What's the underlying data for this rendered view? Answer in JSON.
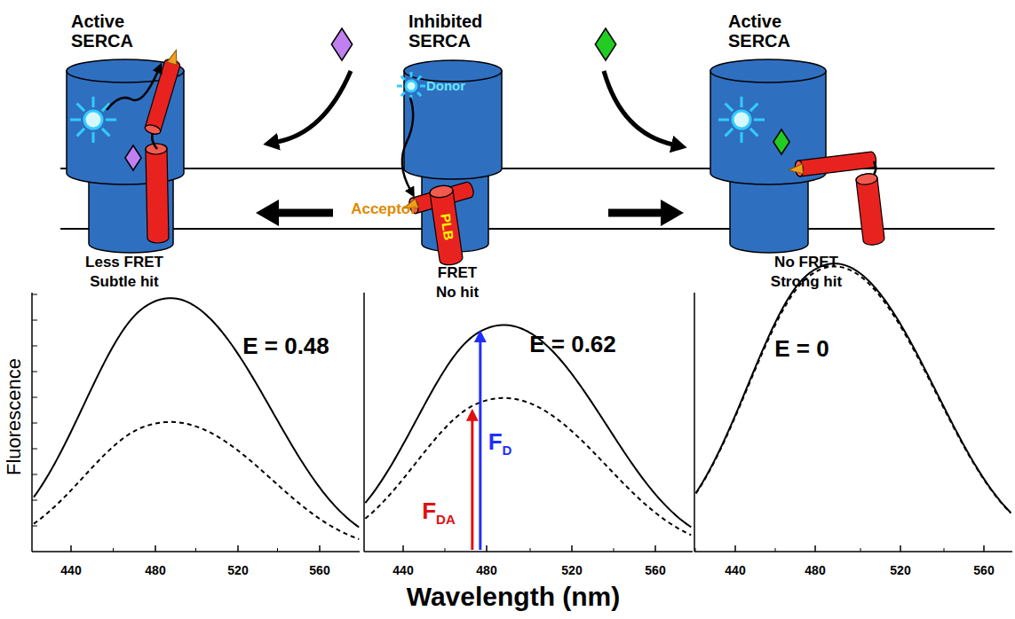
{
  "diagram": {
    "nodes": [
      {
        "text": [
          "Active SERCA"
        ]
      },
      {
        "text": [
          "Inhibited SERCA"
        ]
      },
      {
        "text": [
          "Active SERCA"
        ]
      }
    ],
    "edges": [
      {
        "from": 1,
        "to": 0,
        "arrow": "to"
      },
      {
        "from": 1,
        "to": 2,
        "arrow": "to"
      }
    ],
    "labels": [
      "Donor",
      "Acceptor",
      "PLB",
      "Less FRET",
      "Subtle hit",
      "FRET",
      "No hit",
      "No FRET",
      "Strong hit",
      "E = 0.48",
      "E = 0.62",
      "E = 0",
      "FD",
      "FDA",
      "Fluorescence",
      "440",
      "480",
      "520",
      "560",
      "440",
      "480",
      "520",
      "560",
      "440",
      "480",
      "520",
      "560",
      "Wavelength (nm)"
    ]
  }
}
